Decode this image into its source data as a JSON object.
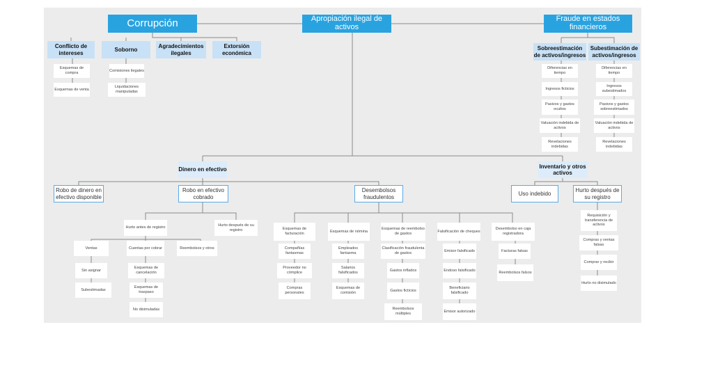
{
  "top": {
    "corrupcion": "Corrupción",
    "apropiacion": "Apropiación ilegal de activos",
    "fraude": "Fraude en estados financieros"
  },
  "corrupcion": {
    "conflicto": {
      "label": "Conflicto de intereses",
      "items": [
        "Esquemas de compra",
        "Esquemas de venta"
      ]
    },
    "soborno": {
      "label": "Soborno",
      "items": [
        "Comisiones ilegales",
        "Liquidaciones manipuladas"
      ]
    },
    "agradecimientos": "Agradecimientos ilegales",
    "extorsion": "Extorsión económica"
  },
  "fraude": {
    "sobre": {
      "label": "Sobreestimación de activos/ingresos",
      "items": [
        "Diferencias en tiempo",
        "Ingresos ficticios",
        "Pasivos y gastos ocultos",
        "Valuación indebida de activos",
        "Revelaciones indebidas"
      ]
    },
    "sub": {
      "label": "Subestimación de activos/ingresos",
      "items": [
        "Diferencias en tiempo",
        "Ingresos subestimados",
        "Pasivos y gastos sobreestimados",
        "Valuación indebida de activos",
        "Revelaciones indebidas"
      ]
    }
  },
  "dinero": {
    "label": "Dinero en efectivo",
    "robo_disponible": "Robo de dinero en efectivo disponible",
    "robo_cobrado": "Robo en efectivo cobrado",
    "desembolsos": "Desembolsos fraudulentos",
    "hurto_antes": "Hurto antes de registro",
    "hurto_despues": "Hurto después de su registro",
    "ventas": {
      "label": "Ventas",
      "items": [
        "Sin asignar",
        "Subestimadas"
      ]
    },
    "cuentas": {
      "label": "Cuentas por cobrar",
      "items": [
        "Esquemas de cancelación",
        "Esquemas de traspaso",
        "No disimuladas"
      ]
    },
    "reembolsos": "Reembolsos y otros",
    "facturacion": {
      "label": "Esquemas de facturación",
      "items": [
        "Compañías fantasmas",
        "Proveedor no cómplice",
        "Compras personales"
      ]
    },
    "nomina": {
      "label": "Esquemas de nómina",
      "items": [
        "Empleados fantasma",
        "Salarios falsificados",
        "Esquemas de comisión"
      ]
    },
    "reembolso_gastos": {
      "label": "Esquemas de reembolso de gastos",
      "items": [
        "Clasificación fraudulenta de gastos",
        "Gastos inflados",
        "Gastos ficticios",
        "Reembolsos múltiples"
      ]
    },
    "cheques": {
      "label": "Falsificación de cheques",
      "items": [
        "Emisor falsificado",
        "Endoso falsificado",
        "Beneficiario falsificado",
        "Emisor autorizado"
      ]
    },
    "caja": {
      "label": "Desembolso en caja registradora",
      "items": [
        "Facturas falsas",
        "Reembolsos falsos"
      ]
    }
  },
  "inventario": {
    "label": "Inventario y otros activos",
    "uso": "Uso indebido",
    "hurto": "Hurto después de su registro",
    "items": [
      "Requisición y transferencia de activos",
      "Compras y ventas falsas",
      "Comprar y recibir",
      "Hurto no disimulado"
    ]
  },
  "colors": {
    "top": "#29a3e0",
    "category": "#c8e1f6",
    "header": "#dcecfa",
    "border": "#5aa9e6",
    "line": "#8a8a8a",
    "background": "#ececec"
  }
}
